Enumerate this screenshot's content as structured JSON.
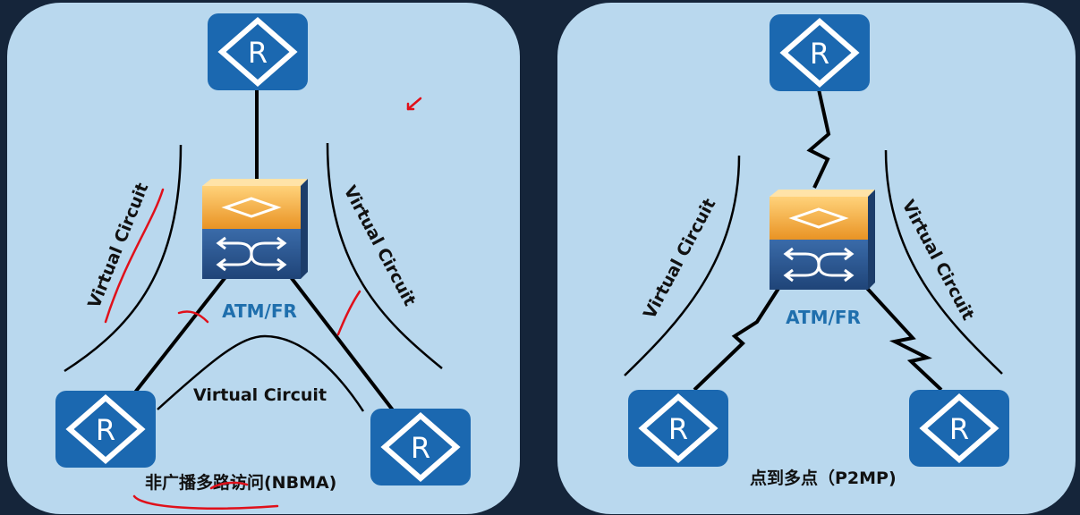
{
  "colors": {
    "background": "#15253a",
    "panel": "#b9d8ee",
    "router": "#1b68b0",
    "switch_top": "#f2a83a",
    "switch_bottom": "#2b5893",
    "atm_label": "#1f6fad",
    "annotation": "#e0101a"
  },
  "icons": {
    "router": "router-icon",
    "switch": "atm-switch-icon"
  },
  "router_glyph": "R",
  "left_panel": {
    "switch_label": "ATM/FR",
    "vc_left": "Virtual Circuit",
    "vc_right": "Virtual Circuit",
    "vc_bottom": "Virtual Circuit",
    "caption": "非广播多路访问(NBMA)"
  },
  "right_panel": {
    "switch_label": "ATM/FR",
    "vc_left": "Virtual Circuit",
    "vc_right": "Virtual Circuit",
    "caption": "点到多点（P2MP)"
  }
}
